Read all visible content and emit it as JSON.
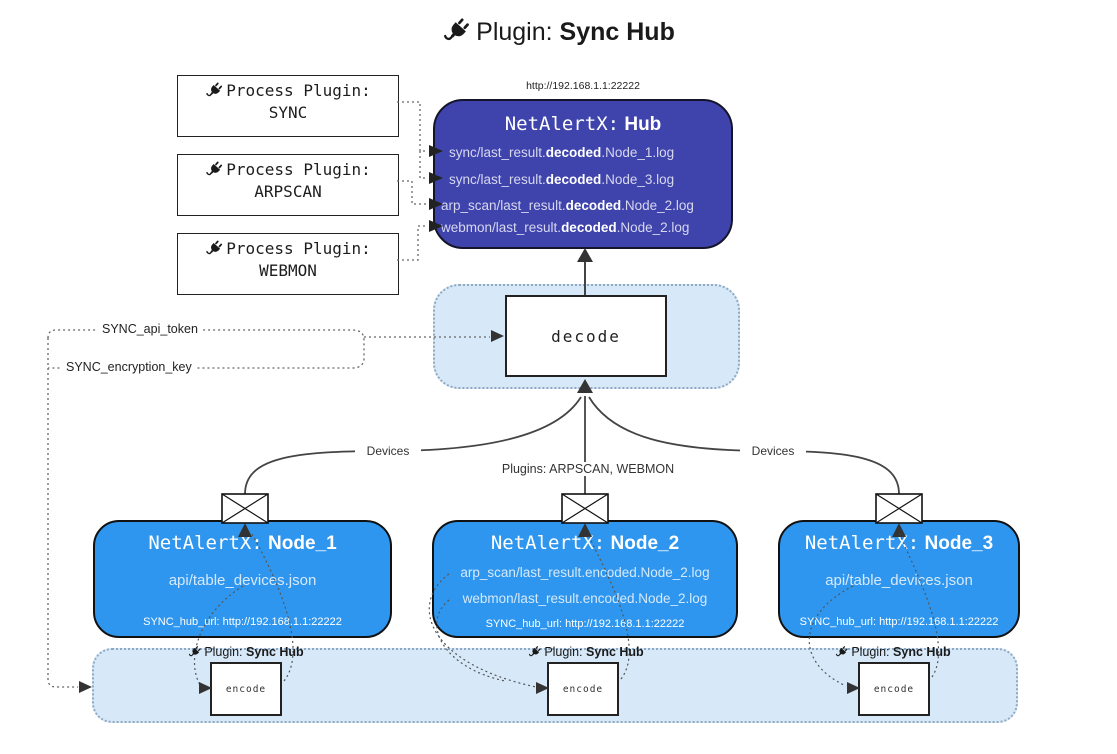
{
  "title": {
    "label": "Plugin:",
    "name": "Sync Hub"
  },
  "process_plugins": [
    {
      "label": "Process Plugin:",
      "name": "SYNC"
    },
    {
      "label": "Process Plugin:",
      "name": "ARPSCAN"
    },
    {
      "label": "Process Plugin:",
      "name": "WEBMON"
    }
  ],
  "hub": {
    "url": "http://192.168.1.1:22222",
    "app": "NetAlertX:",
    "name": "Hub",
    "files": [
      {
        "pre": "sync/last_result.",
        "bold": "decoded",
        "post": ".Node_1.log"
      },
      {
        "pre": "sync/last_result.",
        "bold": "decoded",
        "post": ".Node_3.log"
      },
      {
        "pre": "arp_scan/last_result.",
        "bold": "decoded",
        "post": ".Node_2.log"
      },
      {
        "pre": "webmon/last_result.",
        "bold": "decoded",
        "post": ".Node_2.log"
      }
    ]
  },
  "decode": {
    "label": "decode"
  },
  "settings": {
    "api_token": "SYNC_api_token",
    "encryption_key": "SYNC_encryption_key"
  },
  "edge_labels": {
    "devices_left": "Devices",
    "plugins_middle": "Plugins: ARPSCAN, WEBMON",
    "devices_right": "Devices"
  },
  "nodes": [
    {
      "app": "NetAlertX:",
      "name": "Node_1",
      "files": [
        "api/table_devices.json"
      ],
      "hub_url": "SYNC_hub_url: http://192.168.1.1:22222"
    },
    {
      "app": "NetAlertX:",
      "name": "Node_2",
      "files": [
        "arp_scan/last_result.encoded.Node_2.log",
        "webmon/last_result.encoded.Node_2.log"
      ],
      "hub_url": "SYNC_hub_url: http://192.168.1.1:22222"
    },
    {
      "app": "NetAlertX:",
      "name": "Node_3",
      "files": [
        "api/table_devices.json"
      ],
      "hub_url": "SYNC_hub_url: http://192.168.1.1:22222"
    }
  ],
  "encode_panels": [
    {
      "label": "Plugin:",
      "name": "Sync Hub",
      "box": "encode"
    },
    {
      "label": "Plugin:",
      "name": "Sync Hub",
      "box": "encode"
    },
    {
      "label": "Plugin:",
      "name": "Sync Hub",
      "box": "encode"
    }
  ],
  "icons": {
    "plug": "plug-icon",
    "envelope": "envelope-icon"
  },
  "colors": {
    "hub_bg": "#3f44ad",
    "node_bg": "#2e96ee",
    "panel_bg": "#d7e9f9",
    "panel_border": "#8fa9c2",
    "line": "#444444",
    "hub_text": "#d7d7ee",
    "node_text": "#d6e9fa",
    "ink": "#1a1a1a"
  }
}
